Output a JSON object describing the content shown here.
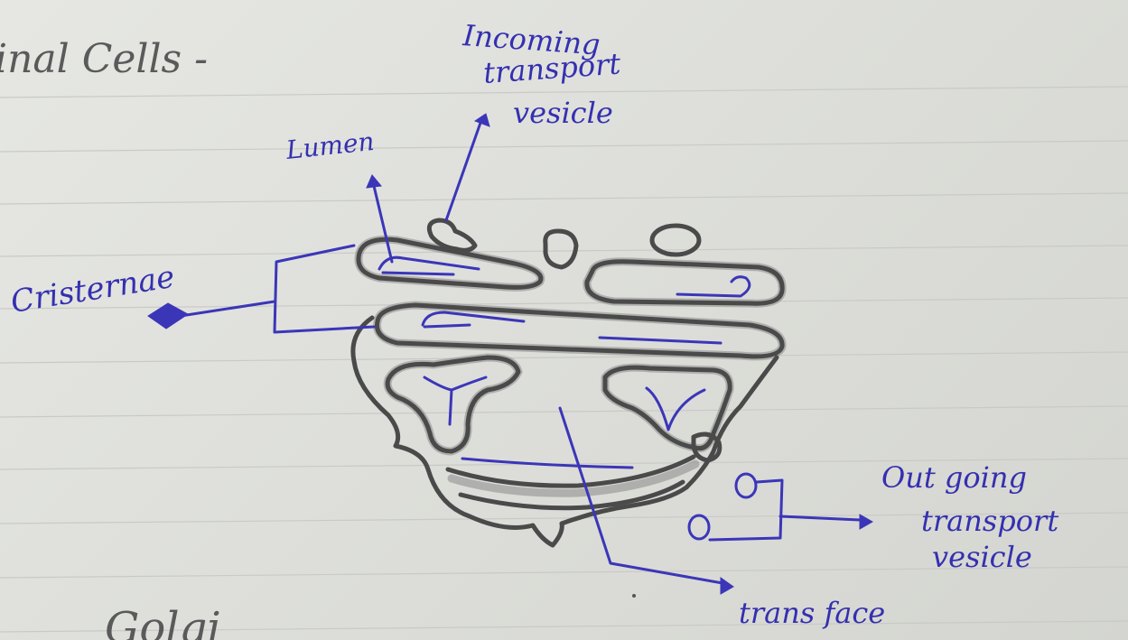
{
  "heading_fragment": "inal Cells -",
  "labels": {
    "incoming_line1": "Incoming",
    "incoming_line2": "transport",
    "incoming_line3": "vesicle",
    "lumen": "Lumen",
    "cisternae": "Cristernae",
    "outgoing_line1": "Out going",
    "outgoing_line2": "transport",
    "outgoing_line3": "vesicle",
    "trans_face": "trans face"
  },
  "bottom_fragment": "Golgi",
  "colors": {
    "paper": "#dfe0dc",
    "pencil": "#4a4a4a",
    "pen": "#3b36b8"
  }
}
